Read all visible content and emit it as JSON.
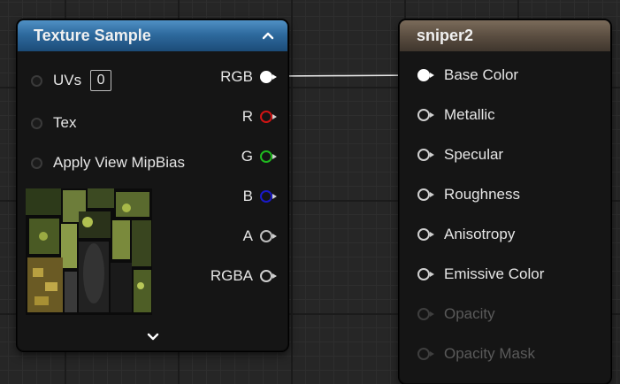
{
  "texture_node": {
    "title": "Texture Sample",
    "inputs": [
      {
        "label": "UVs",
        "value": "0"
      },
      {
        "label": "Tex"
      },
      {
        "label": "Apply View MipBias"
      }
    ],
    "outputs": [
      {
        "label": "RGB",
        "color": "#ffffff"
      },
      {
        "label": "R",
        "color": "#d01414"
      },
      {
        "label": "G",
        "color": "#1fb81f"
      },
      {
        "label": "B",
        "color": "#1a1ac8"
      },
      {
        "label": "A",
        "color": "#bdbdbd"
      },
      {
        "label": "RGBA",
        "color": "#ffffff"
      }
    ],
    "collapse_icon": "chevron-up-icon",
    "expand_icon": "chevron-down-icon"
  },
  "material_node": {
    "title": "sniper2",
    "inputs": [
      {
        "label": "Base Color",
        "connected": true
      },
      {
        "label": "Metallic"
      },
      {
        "label": "Specular"
      },
      {
        "label": "Roughness"
      },
      {
        "label": "Anisotropy"
      },
      {
        "label": "Emissive Color"
      },
      {
        "label": "Opacity",
        "disabled": true
      },
      {
        "label": "Opacity Mask",
        "disabled": true
      }
    ]
  },
  "colors": {
    "texture_header": "#2e6a9e",
    "material_header": "#5b4e41",
    "wire": "#e8e8e8"
  }
}
